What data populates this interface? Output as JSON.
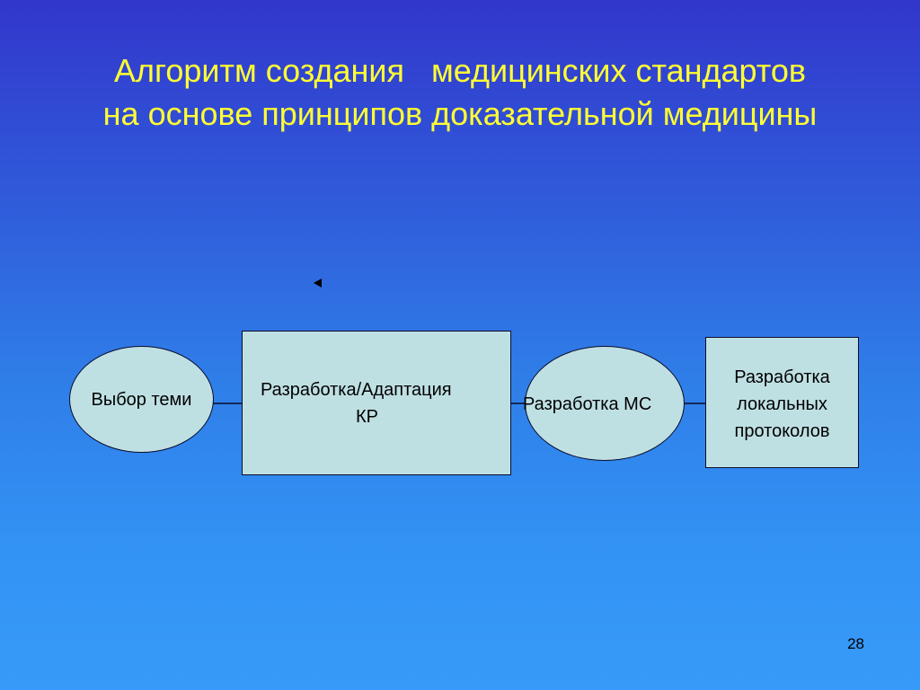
{
  "slide": {
    "title_line1": "Алгоритм создания   медицинских стандартов",
    "title_line2": "на основе принципов доказательной медицины",
    "page_number": "28"
  },
  "diagram": {
    "nodes": {
      "topic_selection": "Выбор теми",
      "cr_development_line1": "Разработка/Адаптация",
      "cr_development_line2": "КР",
      "ms_development": "Разработка МС",
      "local_protocols": "Разработка\nлокальных\nпротоколов"
    }
  },
  "colors": {
    "background_top": "#3236cc",
    "background_bottom": "#379af8",
    "title_text": "#ffff33",
    "shape_fill": "#bfe0e3",
    "shape_border": "#0b0b2a"
  }
}
